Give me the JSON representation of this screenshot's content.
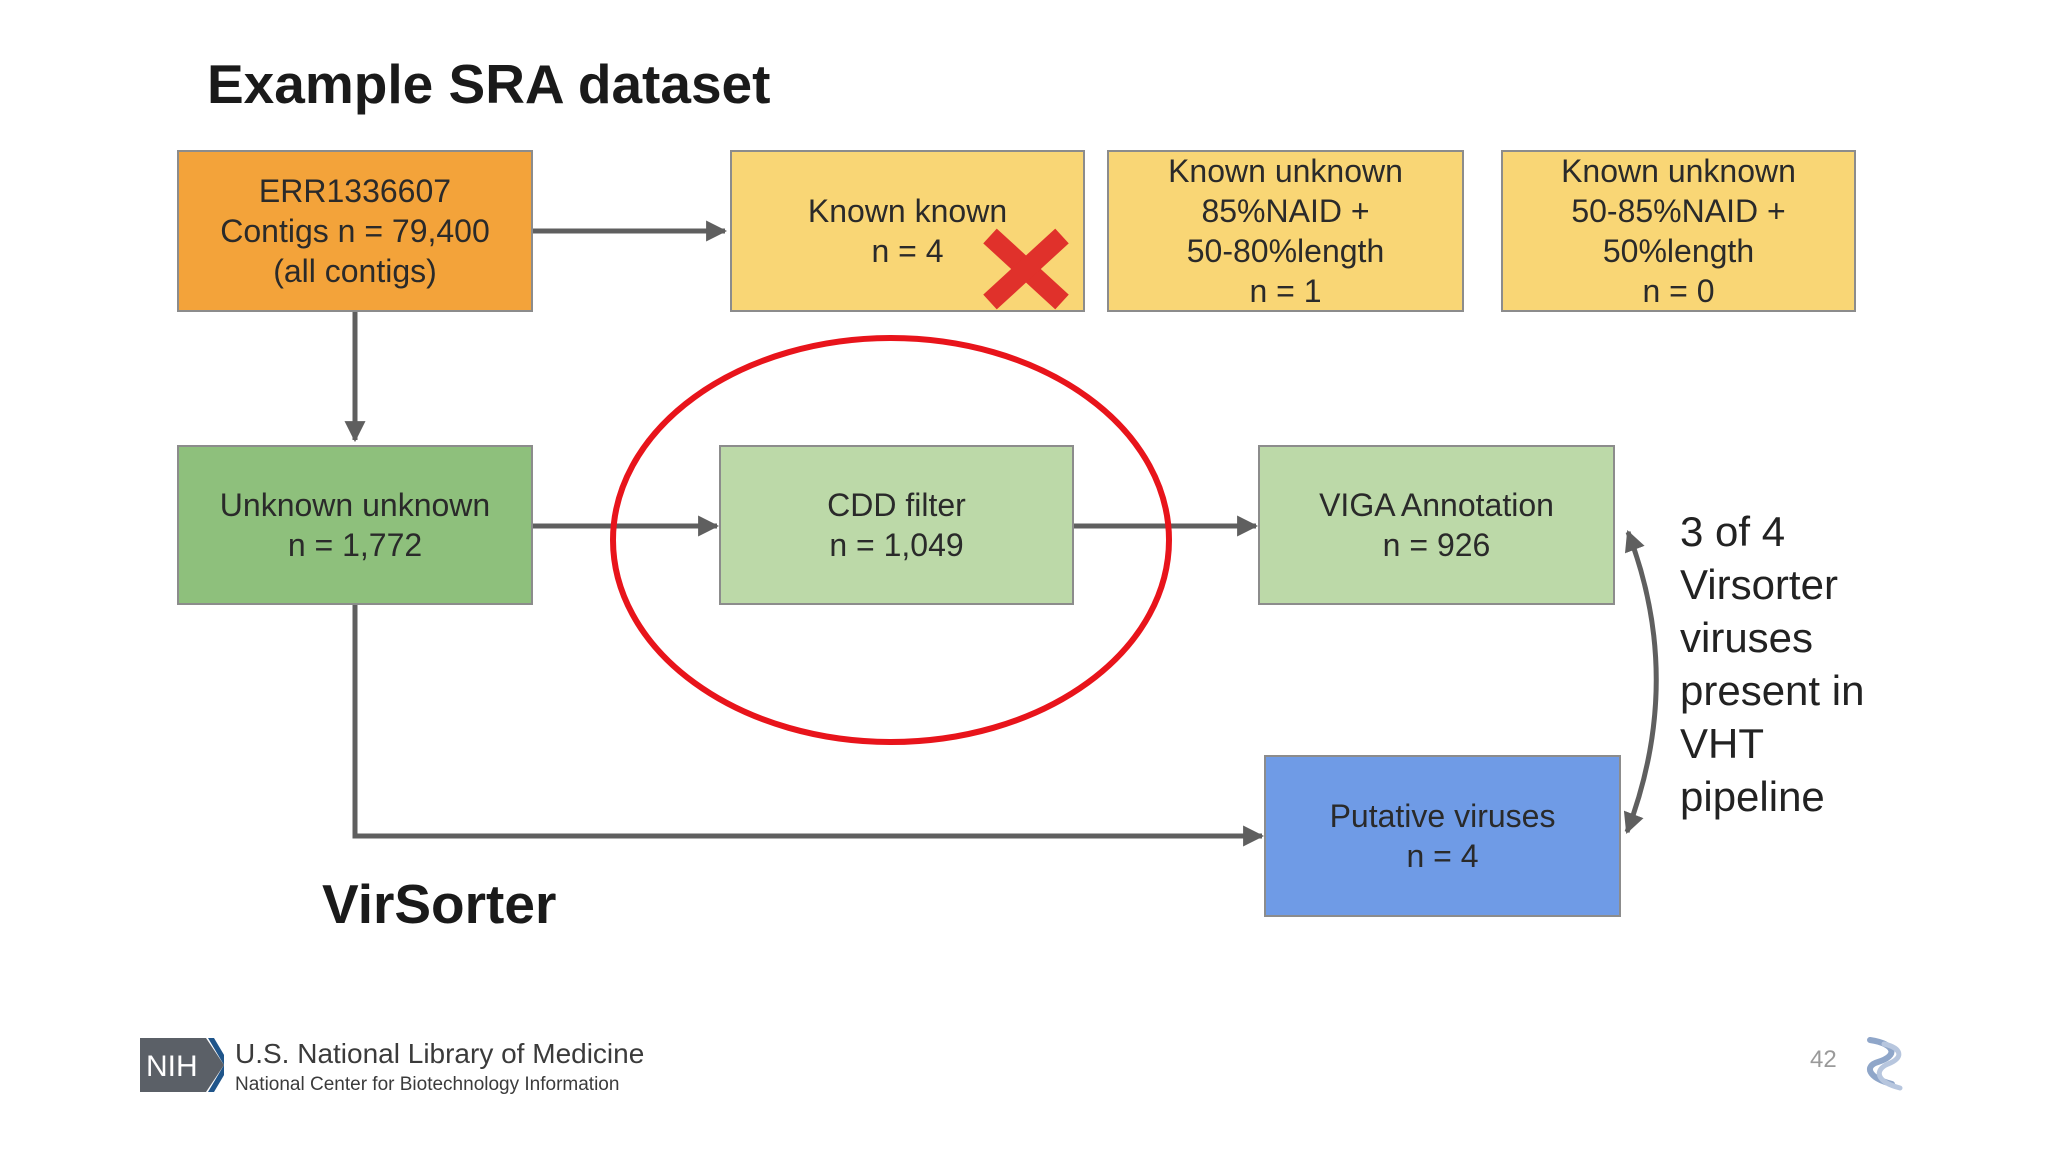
{
  "title": "Example SRA dataset",
  "subtitle_virsorter": "VirSorter",
  "boxes": {
    "source": {
      "lines": [
        "ERR1336607",
        "Contigs n = 79,400",
        "(all contigs)"
      ]
    },
    "known_known": {
      "lines": [
        "Known known",
        "n = 4"
      ]
    },
    "known_unknown_85": {
      "lines": [
        "Known unknown",
        "85%NAID +",
        "50-80%length",
        "n = 1"
      ]
    },
    "known_unknown_50": {
      "lines": [
        "Known unknown",
        "50-85%NAID +",
        "50%length",
        "n = 0"
      ]
    },
    "unknown_unknown": {
      "lines": [
        "Unknown unknown",
        "n = 1,772"
      ]
    },
    "cdd_filter": {
      "lines": [
        "CDD filter",
        "n = 1,049"
      ]
    },
    "viga_annotation": {
      "lines": [
        "VIGA Annotation",
        "n = 926"
      ]
    },
    "putative_viruses": {
      "lines": [
        "Putative viruses",
        "n = 4"
      ]
    }
  },
  "side_note": {
    "lines": [
      "3 of 4",
      "Virsorter",
      "viruses",
      "present in",
      "VHT",
      "pipeline"
    ]
  },
  "footer": {
    "logo_text": "NIH",
    "org_line1": "U.S. National Library of Medicine",
    "org_line2": "National Center for Biotechnology Information",
    "page_number": "42"
  },
  "colors": {
    "orange": "#f3a33a",
    "yellow": "#f9d675",
    "green_dark": "#8ec07c",
    "green_light": "#bcd9a8",
    "blue": "#6f9be6",
    "arrow": "#5f5f5f",
    "highlight_circle": "#e8141b",
    "reject_mark": "#e0312b"
  },
  "icons": {
    "reject": "x-mark-icon",
    "ncbi": "ncbi-helix-icon"
  }
}
